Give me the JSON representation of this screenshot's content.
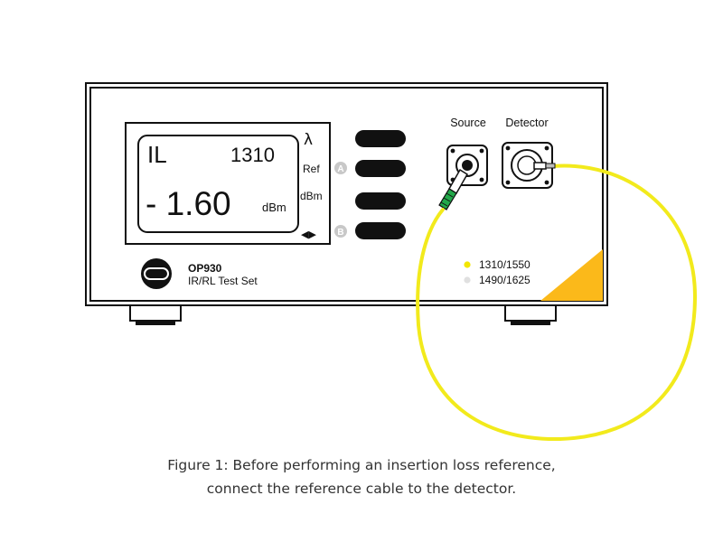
{
  "device": {
    "model": "OP930",
    "description": "IR/RL Test Set"
  },
  "display": {
    "mode": "IL",
    "wavelength": "1310",
    "reading": "- 1.60",
    "unit": "dBm"
  },
  "side_labels": {
    "lambda": "λ",
    "ref": "Ref",
    "dbm": "dBm",
    "arrows": "◀▶"
  },
  "soft_keys": {
    "a_label": "A",
    "b_label": "B"
  },
  "ports": {
    "source_label": "Source",
    "detector_label": "Detector"
  },
  "indicators": [
    {
      "label": "1310/1550",
      "color": "#f2e600",
      "active": true
    },
    {
      "label": "1490/1625",
      "color": "#e0e0e0",
      "active": false
    }
  ],
  "caption": {
    "line1": "Figure 1: Before performing an insertion loss reference,",
    "line2": "connect the reference cable to the detector."
  },
  "colors": {
    "cable": "#f2ea1c",
    "corner": "#fbb91a",
    "connector_green": "#22a84a",
    "outline": "#111111"
  }
}
